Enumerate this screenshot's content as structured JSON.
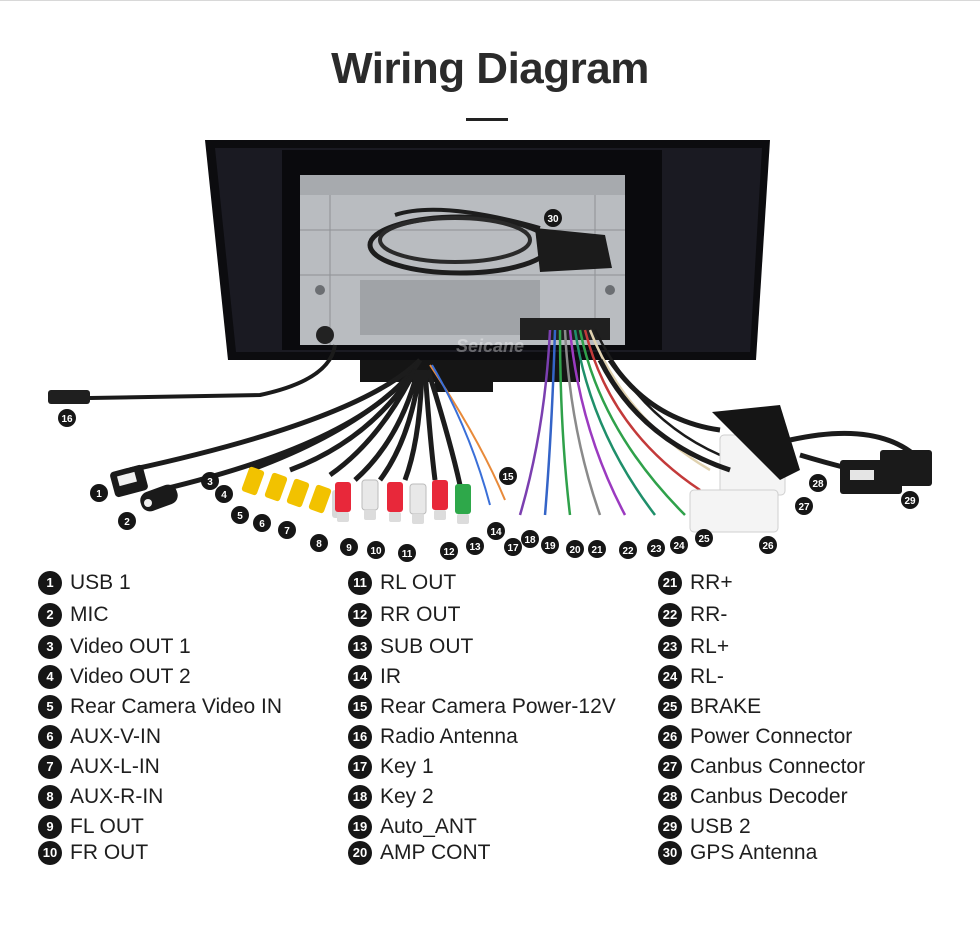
{
  "title": "Wiring Diagram",
  "watermark": "Seicane",
  "legend": {
    "col1": [
      {
        "n": "1",
        "label": "USB 1"
      },
      {
        "n": "2",
        "label": "MIC"
      },
      {
        "n": "3",
        "label": "Video OUT 1"
      },
      {
        "n": "4",
        "label": "Video OUT 2"
      },
      {
        "n": "5",
        "label": "Rear Camera Video IN"
      },
      {
        "n": "6",
        "label": "AUX-V-IN"
      },
      {
        "n": "7",
        "label": "AUX-L-IN"
      },
      {
        "n": "8",
        "label": "AUX-R-IN"
      },
      {
        "n": "9",
        "label": "FL OUT"
      },
      {
        "n": "10",
        "label": "FR OUT"
      }
    ],
    "col2": [
      {
        "n": "11",
        "label": "RL OUT"
      },
      {
        "n": "12",
        "label": "RR OUT"
      },
      {
        "n": "13",
        "label": "SUB OUT"
      },
      {
        "n": "14",
        "label": "IR"
      },
      {
        "n": "15",
        "label": "Rear Camera Power-12V"
      },
      {
        "n": "16",
        "label": "Radio Antenna"
      },
      {
        "n": "17",
        "label": "Key 1"
      },
      {
        "n": "18",
        "label": "Key 2"
      },
      {
        "n": "19",
        "label": "Auto_ANT"
      },
      {
        "n": "20",
        "label": "AMP CONT"
      }
    ],
    "col3": [
      {
        "n": "21",
        "label": "RR+"
      },
      {
        "n": "22",
        "label": "RR-"
      },
      {
        "n": "23",
        "label": "RL+"
      },
      {
        "n": "24",
        "label": "RL-"
      },
      {
        "n": "25",
        "label": "BRAKE"
      },
      {
        "n": "26",
        "label": "Power Connector"
      },
      {
        "n": "27",
        "label": "Canbus Connector"
      },
      {
        "n": "28",
        "label": "Canbus Decoder"
      },
      {
        "n": "29",
        "label": "USB 2"
      },
      {
        "n": "30",
        "label": "GPS Antenna"
      }
    ]
  }
}
